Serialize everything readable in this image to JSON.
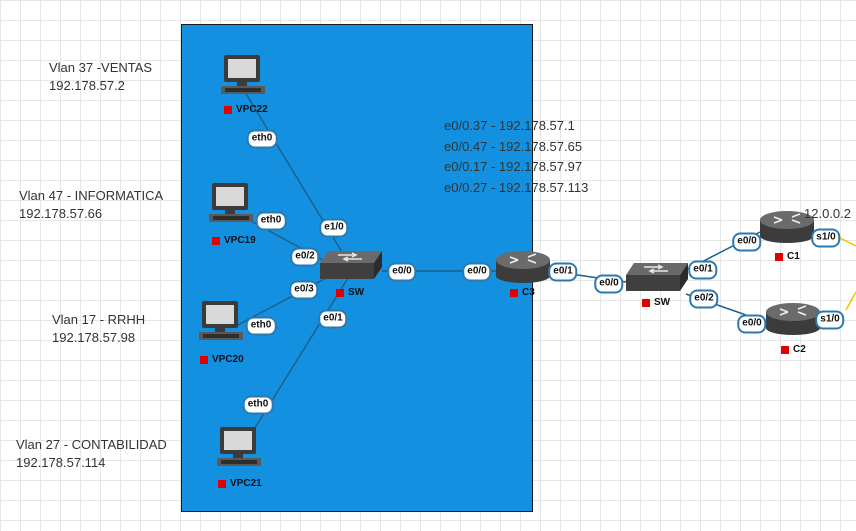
{
  "notes": [
    {
      "title": "Vlan 37 -VENTAS",
      "ip": "192.178.57.2"
    },
    {
      "title": "Vlan 47 - INFORMATICA",
      "ip": "192.178.57.66"
    },
    {
      "title": "Vlan 17 - RRHH",
      "ip": "192.178.57.98"
    },
    {
      "title": "Vlan 27 - CONTABILIDAD",
      "ip": "192.178.57.114"
    }
  ],
  "router_subinterfaces": [
    "e0/0.37 - 192.178.57.1",
    "e0/0.47 - 192.178.57.65",
    "e0/0.17 - 192.178.57.97",
    "e0/0.27 - 192.178.57.113"
  ],
  "devices": {
    "vpc22": "VPC22",
    "vpc19": "VPC19",
    "vpc20": "VPC20",
    "vpc21": "VPC21",
    "sw_inner": "SW",
    "c3": "C3",
    "sw_outer": "SW",
    "c1": "C1",
    "c2": "C2"
  },
  "interfaces": {
    "vpc22_eth0": "eth0",
    "vpc19_eth0": "eth0",
    "vpc20_eth0": "eth0",
    "vpc21_eth0": "eth0",
    "sw_e1_0": "e1/0",
    "sw_e0_2": "e0/2",
    "sw_e0_3": "e0/3",
    "sw_e0_1": "e0/1",
    "sw_e0_0": "e0/0",
    "c3_e0_0": "e0/0",
    "c3_e0_1": "e0/1",
    "sw2_e0_0": "e0/0",
    "sw2_e0_1": "e0/1",
    "sw2_e0_2": "e0/2",
    "c1_e0_0": "e0/0",
    "c1_s1_0": "s1/0",
    "c2_e0_0": "e0/0",
    "c2_s1_0": "s1/0"
  },
  "partial_label": "12.0.0.2",
  "colors": {
    "zone": "#1391e0",
    "link": "#1d5f8a",
    "serial_link": "#f2c200",
    "status_mark": "#e00000"
  }
}
